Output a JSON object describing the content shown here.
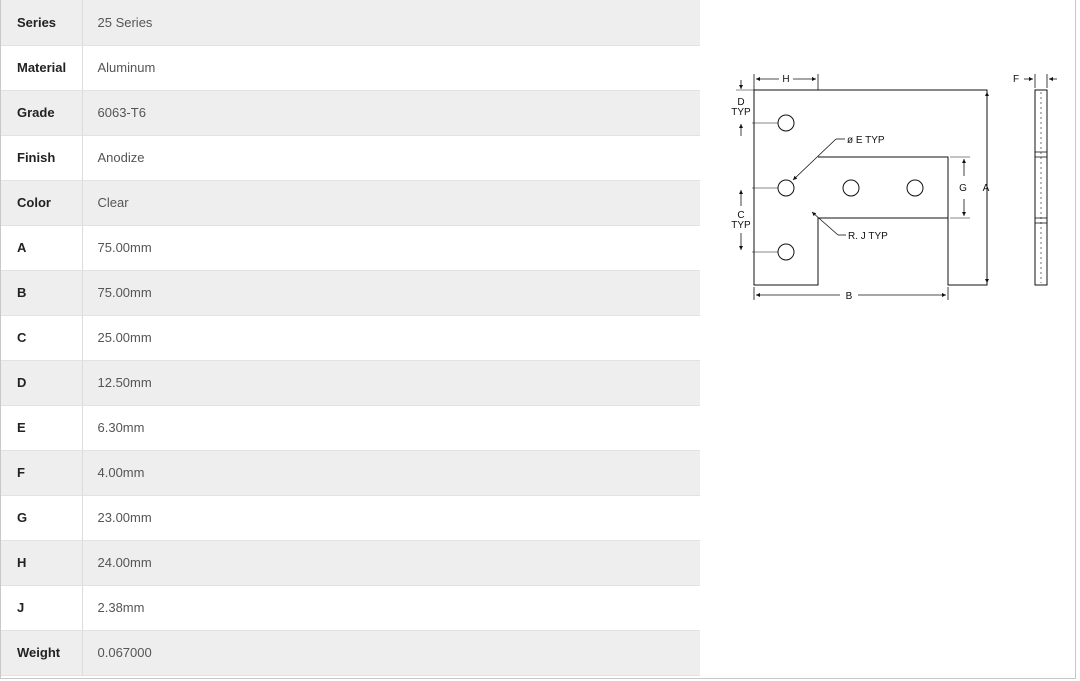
{
  "specs": [
    {
      "label": "Series",
      "value": "25 Series"
    },
    {
      "label": "Material",
      "value": "Aluminum"
    },
    {
      "label": "Grade",
      "value": "6063-T6"
    },
    {
      "label": "Finish",
      "value": "Anodize"
    },
    {
      "label": "Color",
      "value": "Clear"
    },
    {
      "label": "A",
      "value": "75.00mm"
    },
    {
      "label": "B",
      "value": "75.00mm"
    },
    {
      "label": "C",
      "value": "25.00mm"
    },
    {
      "label": "D",
      "value": "12.50mm"
    },
    {
      "label": "E",
      "value": "6.30mm"
    },
    {
      "label": "F",
      "value": "4.00mm"
    },
    {
      "label": "G",
      "value": "23.00mm"
    },
    {
      "label": "H",
      "value": "24.00mm"
    },
    {
      "label": "J",
      "value": "2.38mm"
    },
    {
      "label": "Weight",
      "value": "0.067000"
    }
  ],
  "drawing": {
    "labels": {
      "h": "H",
      "d": "D",
      "typ": "TYP",
      "e_typ": "ø E TYP",
      "c": "C",
      "g": "G",
      "a": "A",
      "rj_typ": "R. J TYP",
      "b": "B",
      "f": "F"
    }
  }
}
